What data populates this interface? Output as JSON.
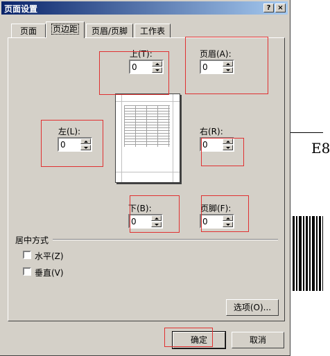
{
  "title": "页面设置",
  "title_buttons": {
    "help": "?",
    "close": "×"
  },
  "tabs": [
    {
      "label": "页面",
      "active": false
    },
    {
      "label": "页边距",
      "active": true
    },
    {
      "label": "页眉/页脚",
      "active": false
    },
    {
      "label": "工作表",
      "active": false
    }
  ],
  "margins": {
    "top": {
      "label": "上(T):",
      "value": "0"
    },
    "header": {
      "label": "页眉(A):",
      "value": "0"
    },
    "left": {
      "label": "左(L):",
      "value": "0"
    },
    "right": {
      "label": "右(R):",
      "value": "0"
    },
    "bottom": {
      "label": "下(B):",
      "value": "0"
    },
    "footer": {
      "label": "页脚(F):",
      "value": "0"
    }
  },
  "center": {
    "title": "居中方式",
    "horizontal": "水平(Z)",
    "vertical": "垂直(V)"
  },
  "buttons": {
    "options": "选项(O)...",
    "ok": "确定",
    "cancel": "取消"
  },
  "background": {
    "text": "E8"
  },
  "colors": {
    "highlight": "#e03030",
    "dialog": "#d4d0c8",
    "titlebar": "#0a246a"
  }
}
